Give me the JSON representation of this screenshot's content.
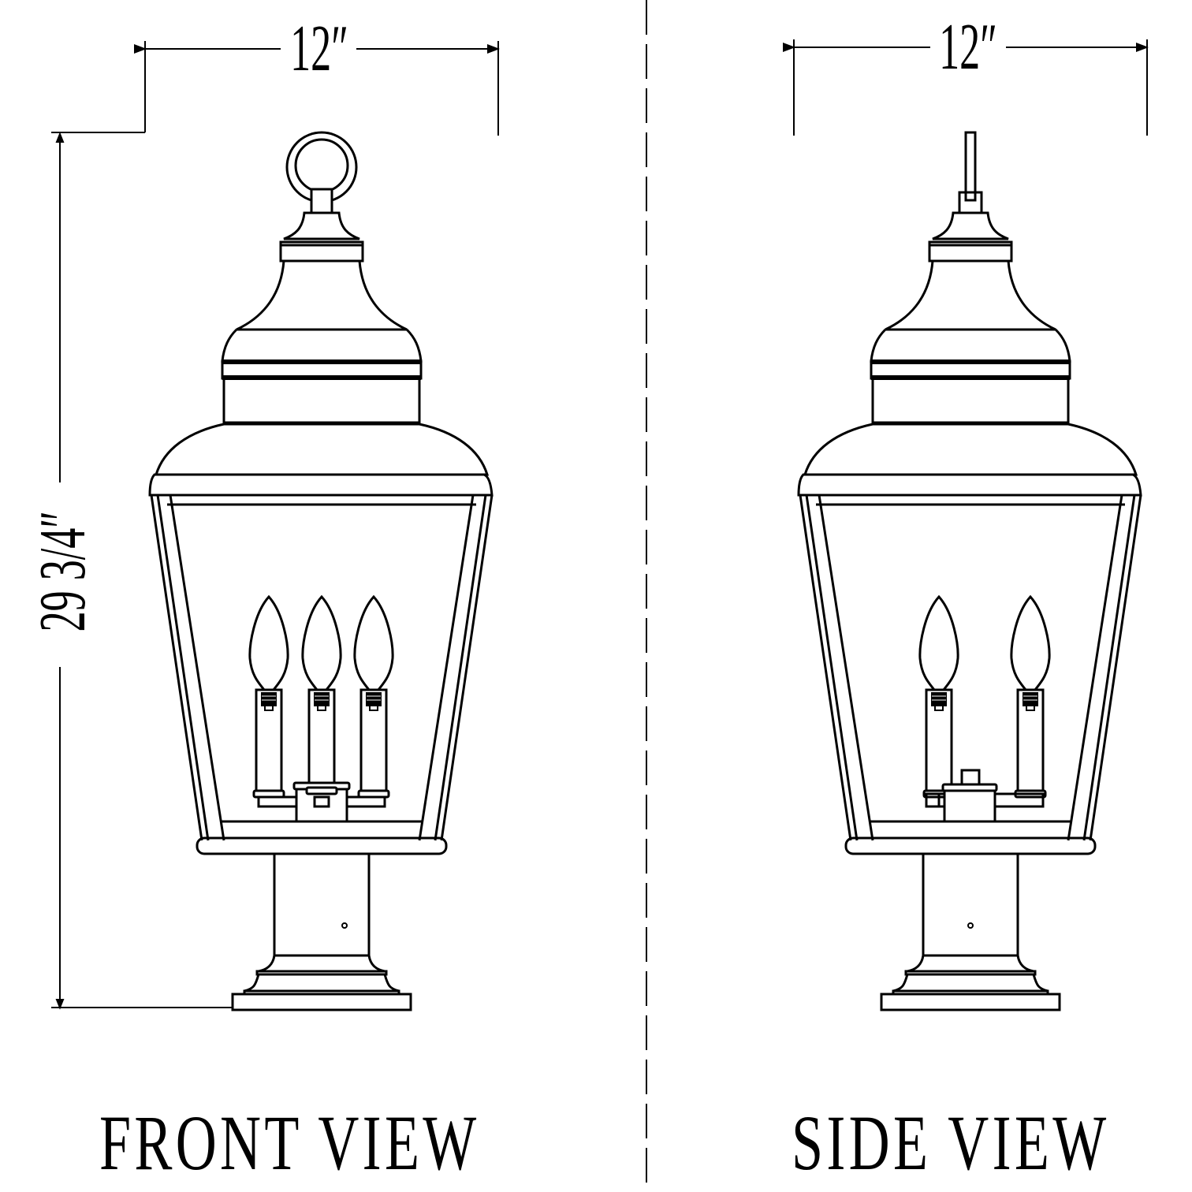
{
  "diagram": {
    "type": "technical dimension drawing",
    "subject": "post-mount lantern",
    "line_color": "#000000",
    "background": "#ffffff"
  },
  "front_view": {
    "title": "FRONT VIEW",
    "width_dimension": "12″",
    "height_dimension": "29 3/4″",
    "top_finial": "ring",
    "bulb_count": 3
  },
  "side_view": {
    "title": "SIDE VIEW",
    "width_dimension": "12″",
    "top_finial": "bar",
    "bulb_count": 2
  },
  "divider": {
    "style": "dashed vertical center line"
  }
}
